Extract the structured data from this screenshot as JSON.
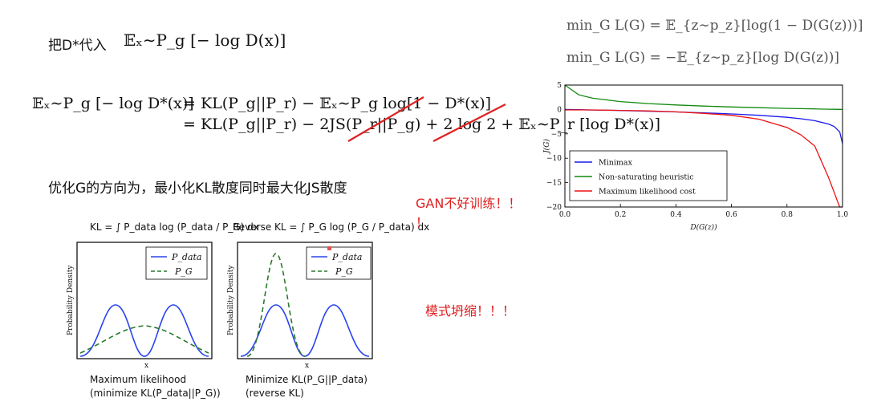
{
  "left": {
    "line1_prefix": "把D*代入",
    "line1_formula": "𝔼ₓ∼P_g [− log D(x)]",
    "eq1_left": "𝔼ₓ∼P_g [− log D*(x)]",
    "eq1_right": "= KL(P_g||P_r) − 𝔼ₓ∼P_g log[1 − D*(x)]",
    "eq2_right": "= KL(P_g||P_r) − 2JS(P_r||P_g) + 2 log 2 + 𝔼ₓ∼P_r [log D*(x)]",
    "optimize_text": "优化G的方向为，最小化KL散度同时最大化JS散度",
    "kl_formula": "KL = ∫ P_data log (P_data / P_G) dx",
    "reverse_kl_formula": "Reverse KL = ∫ P_G log (P_G / P_data) dx",
    "ylabel": "Probability Density",
    "xlabel": "x",
    "legend_pdata": "P_data",
    "legend_pg": "P_G",
    "caption_left_1": "Maximum likelihood",
    "caption_left_2": "(minimize KL(P_data||P_G))",
    "caption_right_1": "Minimize KL(P_G||P_data)",
    "caption_right_2": "(reverse KL)"
  },
  "notes": {
    "gan_hard": "GAN不好训练！！",
    "gan_hard_tail": "！",
    "mode_collapse": "模式坍缩！！！"
  },
  "right": {
    "eq_minimax": "min_G L(G) = 𝔼_{z∼p_z}[log(1 − D(G(z)))]",
    "eq_nonsat": "min_G L(G) = −𝔼_{z∼p_z}[log D(G(z))]"
  },
  "colors": {
    "blue": "#1a1aee",
    "green": "#108a10",
    "red": "#ee1111",
    "note_red": "#e02020",
    "dash_green": "#2a7a2a"
  },
  "chart_data": {
    "type": "line",
    "xlabel": "D(G(z))",
    "ylabel": "J(G)",
    "xlim": [
      0.0,
      1.0
    ],
    "ylim": [
      -20,
      5
    ],
    "xticks": [
      0.0,
      0.2,
      0.4,
      0.6,
      0.8,
      1.0
    ],
    "yticks": [
      5,
      0,
      -5,
      -10,
      -15,
      -20
    ],
    "legend_position": "bottom-left",
    "x": [
      0.0,
      0.05,
      0.1,
      0.2,
      0.3,
      0.4,
      0.5,
      0.6,
      0.7,
      0.8,
      0.85,
      0.9,
      0.95,
      0.97,
      0.99,
      1.0
    ],
    "series": [
      {
        "name": "Minimax",
        "color": "#1a1aee",
        "values": [
          0.0,
          -0.05,
          -0.11,
          -0.22,
          -0.36,
          -0.51,
          -0.69,
          -0.92,
          -1.2,
          -1.61,
          -1.9,
          -2.3,
          -3.0,
          -3.5,
          -4.6,
          -7.0
        ]
      },
      {
        "name": "Non-saturating heuristic",
        "color": "#108a10",
        "values": [
          5.0,
          3.0,
          2.3,
          1.61,
          1.2,
          0.92,
          0.69,
          0.51,
          0.36,
          0.22,
          0.16,
          0.11,
          0.05,
          0.03,
          0.01,
          0.0
        ]
      },
      {
        "name": "Maximum likelihood cost",
        "color": "#ee1111",
        "values": [
          -0.1,
          -0.1,
          -0.1,
          -0.2,
          -0.3,
          -0.5,
          -0.8,
          -1.2,
          -2.0,
          -3.7,
          -5.2,
          -7.5,
          -14.0,
          -17.0,
          -20,
          -20
        ]
      }
    ]
  }
}
